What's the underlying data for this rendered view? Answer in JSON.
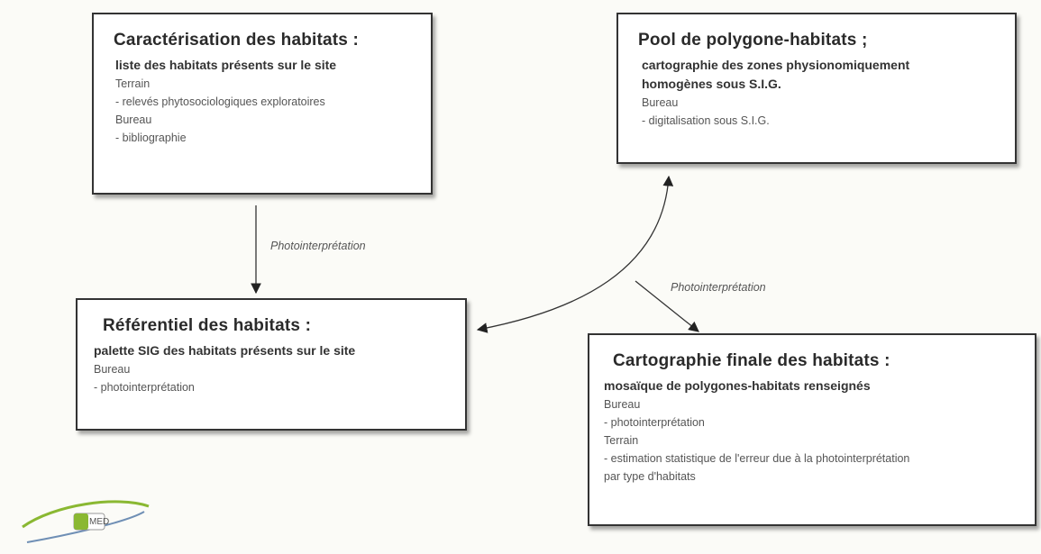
{
  "boxes": {
    "characterisation": {
      "title": "Caractérisation des habitats :",
      "subtitle": "liste des habitats présents sur le site",
      "lines": [
        "Terrain",
        "- relevés phytosociologiques exploratoires",
        "Bureau",
        "- bibliographie"
      ]
    },
    "pool": {
      "title": "Pool de polygone-habitats ;",
      "subtitle_lines": [
        "cartographie des zones physionomiquement",
        "homogènes sous S.I.G."
      ],
      "lines": [
        "Bureau",
        "- digitalisation sous S.I.G."
      ]
    },
    "referentiel": {
      "title": "Référentiel des habitats :",
      "subtitle": "palette SIG des habitats présents sur le site",
      "lines": [
        "Bureau",
        "- photointerprétation"
      ]
    },
    "cartographie": {
      "title": "Cartographie finale des habitats :",
      "subtitle": "mosaïque de polygones-habitats renseignés",
      "lines": [
        "Bureau",
        "- photointerprétation",
        "Terrain",
        "- estimation statistique de l'erreur due à la photointerprétation",
        "par type d'habitats"
      ]
    }
  },
  "arrow_labels": {
    "left": "Photointerprétation",
    "right": "Photointerprétation"
  },
  "logo": {
    "text": "MED",
    "colors": {
      "green": "#8ab832",
      "blue": "#6f8fb5"
    }
  }
}
